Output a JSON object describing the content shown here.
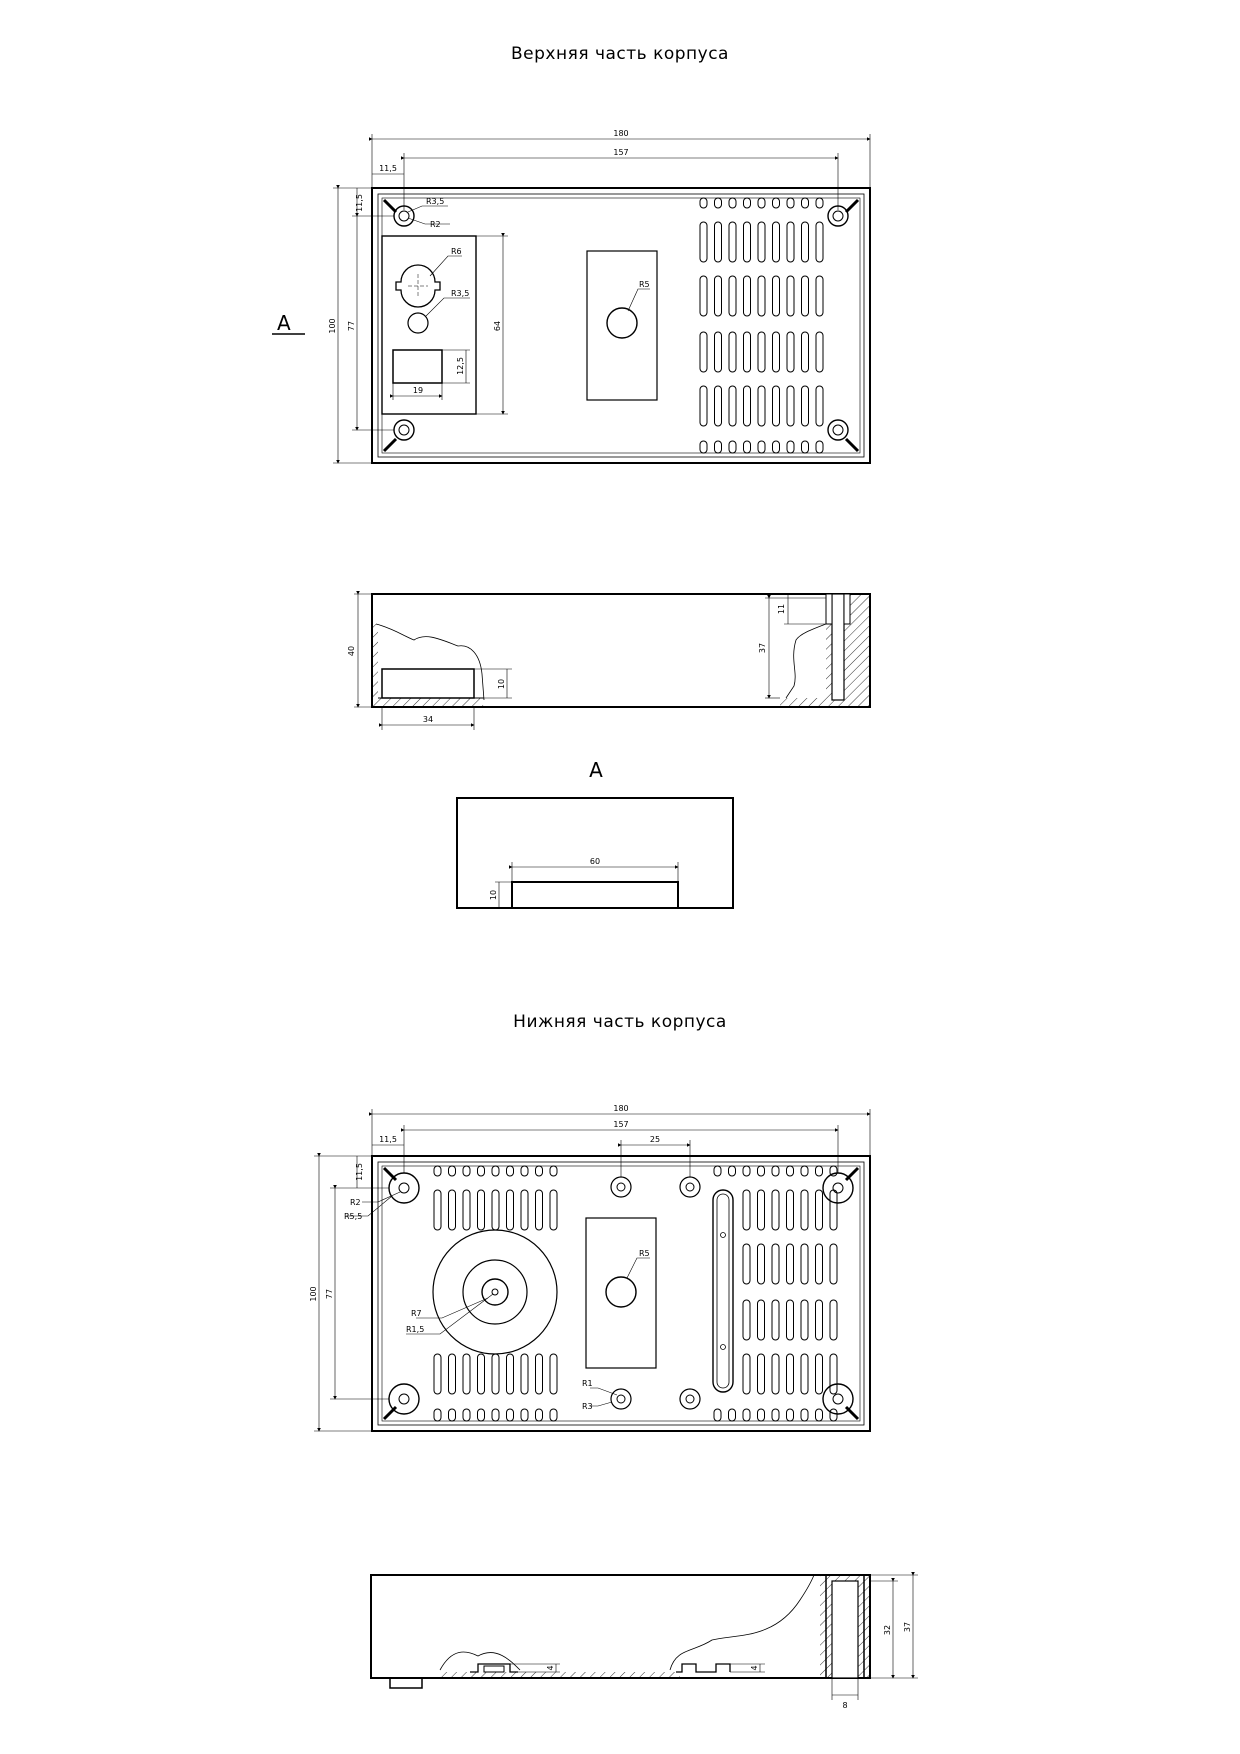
{
  "titles": {
    "top": "Верхняя часть корпуса",
    "bottom": "Нижняя часть корпуса"
  },
  "view_letter": "А",
  "top_plan": {
    "dims": {
      "total_width": "180",
      "inner_width": "157",
      "edge_offset_x": "11,5",
      "edge_offset_y": "11,5",
      "total_height": "100",
      "inner_height": "77",
      "panel_height": "64",
      "rect_height": "12,5",
      "rect_width": "19"
    },
    "radii": {
      "hole_outer": "R3,5",
      "hole_inner": "R2",
      "connector": "R6",
      "small_hole": "R3,5",
      "center_hole": "R5"
    }
  },
  "top_side": {
    "dims": {
      "height": "40",
      "step_height": "10",
      "step_width": "34",
      "wall_height": "37",
      "slot_height": "11"
    }
  },
  "view_a": {
    "dims": {
      "cutout_width": "60",
      "cutout_height": "10"
    }
  },
  "bottom_plan": {
    "dims": {
      "total_width": "180",
      "inner_width": "157",
      "hole_spacing": "25",
      "edge_offset_x": "11,5",
      "edge_offset_y": "11,5",
      "total_height": "100",
      "inner_height": "77"
    },
    "radii": {
      "hole_inner": "R2",
      "hole_outer": "R5,5",
      "big_circle": "R7",
      "center_pin": "R1,5",
      "center_hole": "R5",
      "boss_inner": "R1",
      "boss_outer": "R3"
    }
  },
  "bottom_side": {
    "dims": {
      "boss_height_1": "4",
      "boss_height_2": "4",
      "inner_height": "32",
      "total_height": "37",
      "wall_width": "8"
    }
  }
}
